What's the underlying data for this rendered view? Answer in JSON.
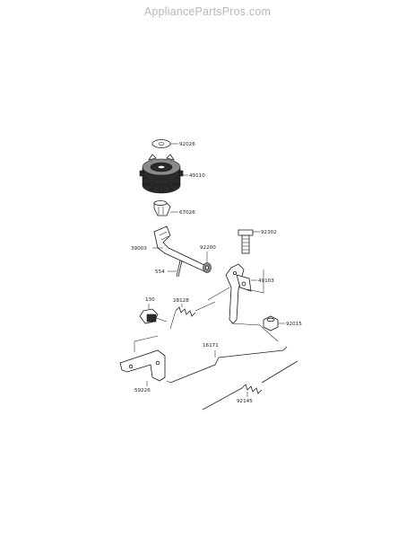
{
  "watermark": "AppliancePartsPros.com",
  "colors": {
    "watermark": "#b8b8b8",
    "line": "#222222"
  },
  "parts": [
    {
      "id": "p92026",
      "number": "92026"
    },
    {
      "id": "p49110",
      "number": "49110"
    },
    {
      "id": "p67026",
      "number": "67026"
    },
    {
      "id": "p92302",
      "number": "92302"
    },
    {
      "id": "p39003",
      "number": "39003"
    },
    {
      "id": "p92200",
      "number": "92200"
    },
    {
      "id": "p554",
      "number": "554"
    },
    {
      "id": "p49103",
      "number": "49103"
    },
    {
      "id": "p130",
      "number": "130"
    },
    {
      "id": "p28128",
      "number": "28128"
    },
    {
      "id": "p92015",
      "number": "92015"
    },
    {
      "id": "p16171",
      "number": "16171"
    },
    {
      "id": "p59226",
      "number": "59226"
    },
    {
      "id": "p92145",
      "number": "92145"
    }
  ]
}
